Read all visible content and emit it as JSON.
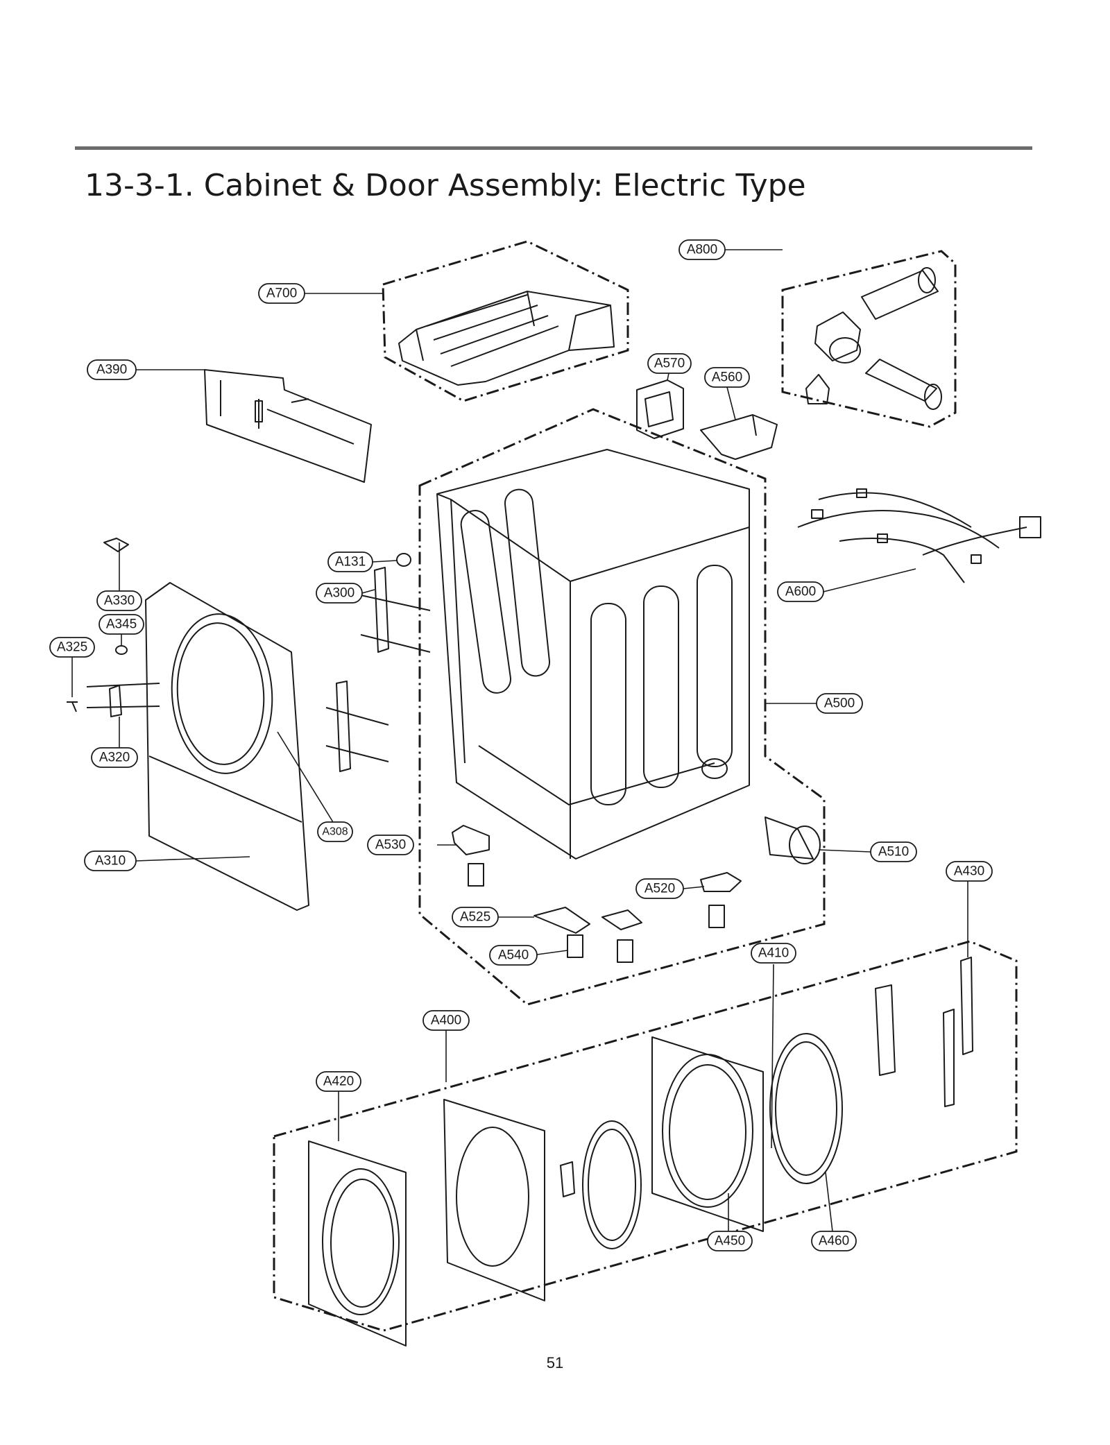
{
  "document": {
    "title": "13-3-1. Cabinet & Door Assembly: Electric Type",
    "page_number": "51"
  },
  "colors": {
    "rule": "#6b6b6b",
    "ink": "#1a1a1a"
  },
  "callouts": [
    "A700",
    "A800",
    "A390",
    "A570",
    "A560",
    "A131",
    "A330",
    "A300",
    "A600",
    "A345",
    "A325",
    "A500",
    "A320",
    "A308",
    "A530",
    "A510",
    "A310",
    "A430",
    "A520",
    "A525",
    "A540",
    "A410",
    "A400",
    "A420",
    "A460",
    "A450"
  ]
}
